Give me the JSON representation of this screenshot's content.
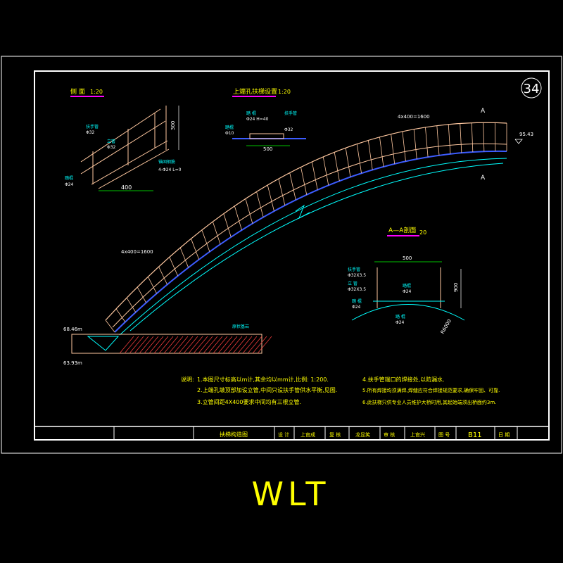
{
  "drawing": {
    "sheet_number": "34",
    "watermark": "WLT",
    "section_side_title": "侧 面",
    "section_side_scale": "1:20",
    "top_hole_title": "上端孔扶梯设置",
    "top_hole_scale": "1:20",
    "aa_title": "A—A剖面",
    "aa_scale": "20",
    "section_mark_a": "A"
  },
  "labels": {
    "side_pipe1": "扶手管",
    "side_pipe1_dim": "Φ32",
    "side_pipe2": "立管",
    "side_pipe2_dim": "Φ32",
    "side_bar": "踏棍",
    "side_bar_dim": "Φ24",
    "side_anchor": "4-Φ24 L=0",
    "side_anchor_label": "锚固钢筋",
    "side_dim_400": "400",
    "side_dim_300": "300",
    "top_a": "踏 棍",
    "top_a_dim": "Φ24 H=40",
    "top_b": "扶手管",
    "top_b_dim": "Φ32",
    "top_c": "踏棍",
    "top_c_dim": "Φ10",
    "top_dim_500": "500",
    "arch_top_dim": "4x400=1600",
    "arch_mid_dim": "4x400=1600",
    "elev_top": "95.43",
    "elev_left_top": "68.46m",
    "elev_left_bottom": "63.93m",
    "bed_label": "原状基岩",
    "aa_dim_500": "500",
    "aa_dim_900": "900",
    "aa_pipe1": "扶手管",
    "aa_pipe1_dim": "Φ32X3.5",
    "aa_pipe2": "立 管",
    "aa_pipe2_dim": "Φ32X3.5",
    "aa_bar": "踏 棍",
    "aa_bar_dim": "Φ24",
    "aa_bar2": "踏棍",
    "aa_bar2_dim": "Φ24",
    "aa_bar3": "踏 棍",
    "aa_bar3_dim": "Φ24",
    "aa_radius": "R6000"
  },
  "notes": {
    "heading": "说明:",
    "n1": "1.本图尺寸标高以m计,其余均以mm计,比例: 1:200.",
    "n2": "2.上端孔墩顶部加设立管,中间只设扶手管供水平衡,见图.",
    "n3": "3.立管间距4X400要求中间均有三根立管.",
    "n4": "4.扶手管端口的焊接处,以防漏水.",
    "n5": "5.所有焊接均须满焊,焊缝应符合焊接规范要求,确保牢固、可靠.",
    "n6": "6.此扶梯只供专业人员维护大桥时用,其起始端须出桥面约3m."
  },
  "title_block": {
    "drawing_name": "扶梯构造图",
    "design_label": "设 计",
    "design_name": "上官成",
    "check_label": "复 核",
    "check_name": "龙显笑",
    "review_label": "审 核",
    "review_name": "上官兴",
    "no_label": "图 号",
    "no_value": "B11",
    "date_label": "日 期"
  },
  "colors": {
    "background": "#000000",
    "frame": "#ffffff",
    "arch": "#ffc8a0",
    "cyan": "#00ffff",
    "blue": "#3c5cff",
    "green": "#00ff00",
    "yellow": "#ffff00",
    "magenta": "#ff00ff",
    "red": "#ff4040"
  }
}
